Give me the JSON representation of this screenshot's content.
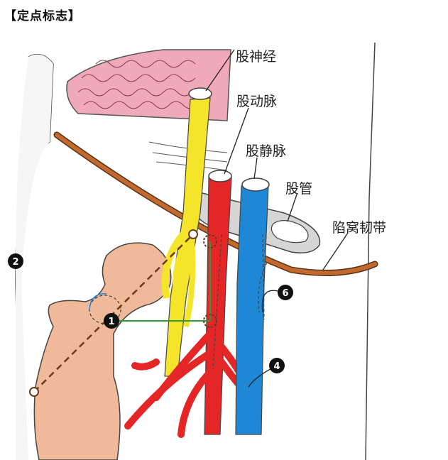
{
  "heading": "【定点标志】",
  "labels": {
    "femoral_nerve": "股神经",
    "femoral_artery": "股动脉",
    "femoral_vein": "股静脉",
    "femoral_canal": "股管",
    "lacunar_ligament": "陷窝韧带"
  },
  "markers": {
    "m1": "1",
    "m2": "2",
    "m4": "4",
    "m6": "6"
  },
  "colors": {
    "nerve": "#f5e52a",
    "artery": "#e42626",
    "vein": "#1e88d6",
    "ligament": "#c1692f",
    "bone": "#efb99a",
    "muscle": "#f0a9b8"
  }
}
